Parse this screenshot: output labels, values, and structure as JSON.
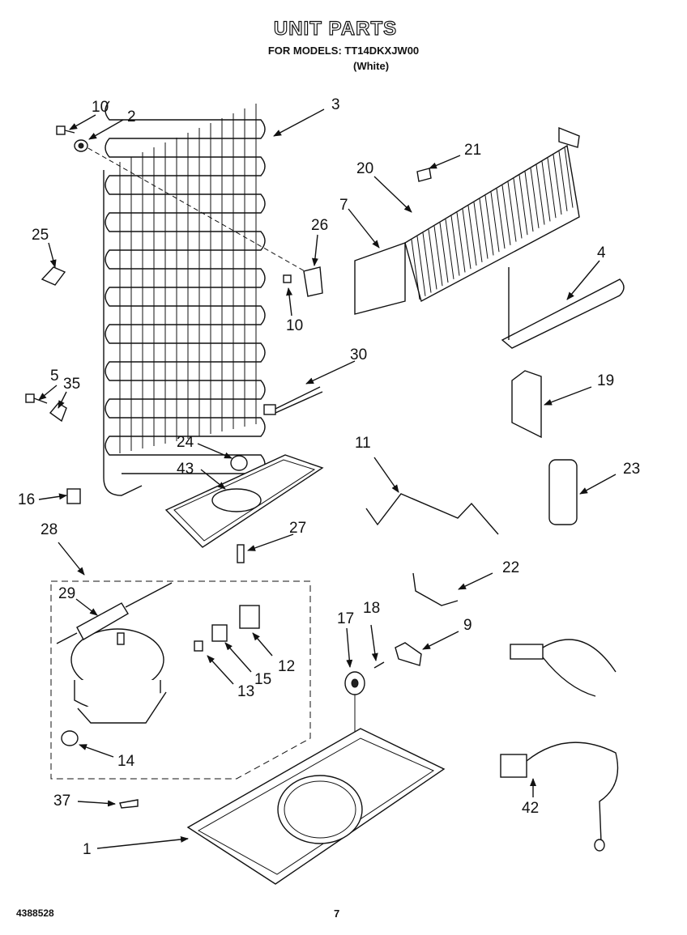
{
  "header": {
    "title": "UNIT PARTS",
    "models": "FOR MODELS: TT14DKXJW00",
    "variant": "(White)"
  },
  "footer": {
    "doc_number": "4388528",
    "page": "7"
  },
  "callouts": {
    "c1": "1",
    "c2": "2",
    "c3": "3",
    "c4": "4",
    "c5": "5",
    "c7": "7",
    "c9": "9",
    "c10a": "10",
    "c10b": "10",
    "c11": "11",
    "c12": "12",
    "c13": "13",
    "c14": "14",
    "c15": "15",
    "c16": "16",
    "c17": "17",
    "c18": "18",
    "c19": "19",
    "c20": "20",
    "c21": "21",
    "c22": "22",
    "c23": "23",
    "c24": "24",
    "c25": "25",
    "c26": "26",
    "c27": "27",
    "c28": "28",
    "c29": "29",
    "c30": "30",
    "c35": "35",
    "c37": "37",
    "c42": "42",
    "c43": "43"
  }
}
